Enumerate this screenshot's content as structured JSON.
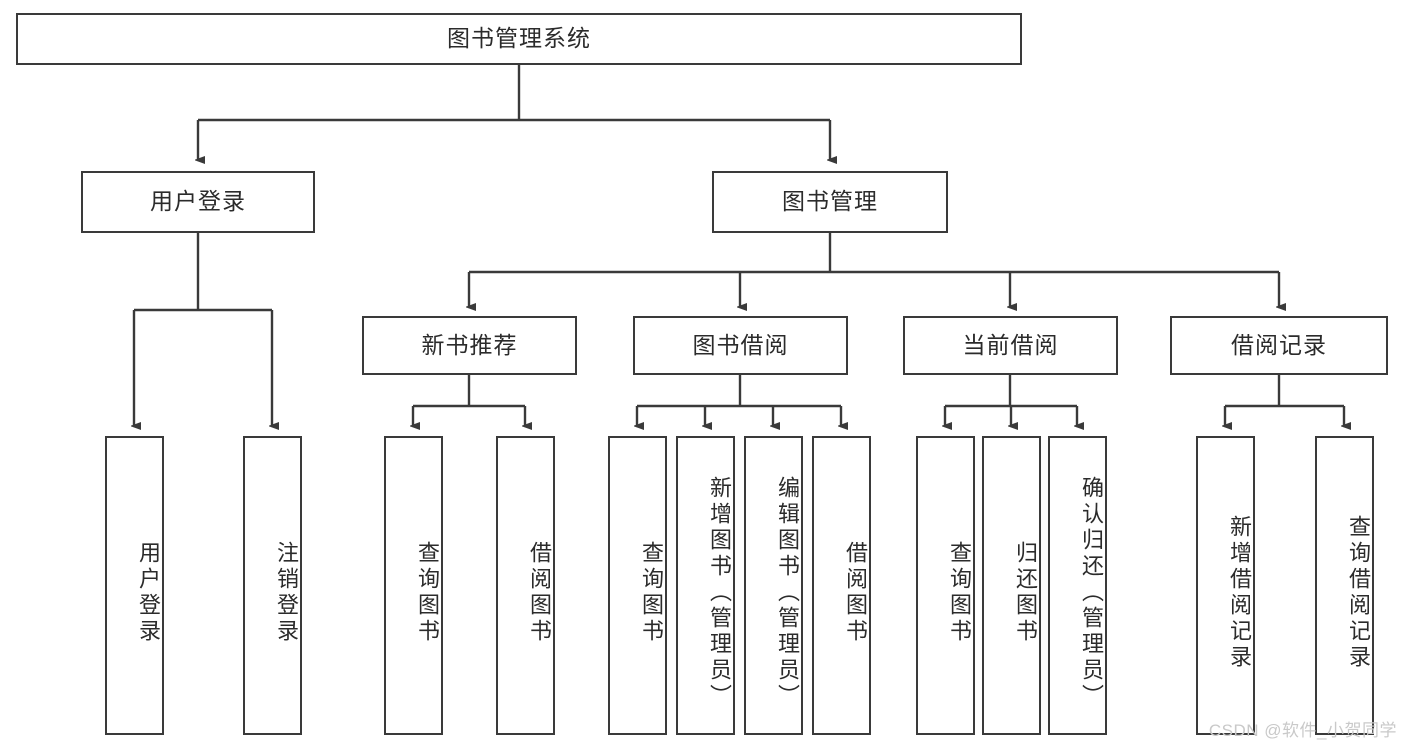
{
  "diagram": {
    "title_node": {
      "label": "图书管理系统"
    },
    "level1": [
      {
        "id": "user-login",
        "label": "用户登录"
      },
      {
        "id": "book-management",
        "label": "图书管理"
      }
    ],
    "level2": [
      {
        "id": "new-book-recommend",
        "label": "新书推荐"
      },
      {
        "id": "book-borrow",
        "label": "图书借阅"
      },
      {
        "id": "current-borrow",
        "label": "当前借阅"
      },
      {
        "id": "borrow-record",
        "label": "借阅记录"
      }
    ],
    "leaves": {
      "user_login": [
        {
          "id": "leaf-user-login",
          "label": "用户登录"
        },
        {
          "id": "leaf-logout-login",
          "label": "注销登录"
        }
      ],
      "new_book_recommend": [
        {
          "id": "leaf-query-book-1",
          "label": "查询图书"
        },
        {
          "id": "leaf-borrow-book-1",
          "label": "借阅图书"
        }
      ],
      "book_borrow": [
        {
          "id": "leaf-query-book-2",
          "label": "查询图书"
        },
        {
          "id": "leaf-add-book",
          "label": "新增图书（管理员）"
        },
        {
          "id": "leaf-edit-book",
          "label": "编辑图书（管理员）"
        },
        {
          "id": "leaf-borrow-book-2",
          "label": "借阅图书"
        }
      ],
      "current_borrow": [
        {
          "id": "leaf-query-book-3",
          "label": "查询图书"
        },
        {
          "id": "leaf-return-book",
          "label": "归还图书"
        },
        {
          "id": "leaf-confirm-return",
          "label": "确认归还（管理员）"
        }
      ],
      "borrow_record": [
        {
          "id": "leaf-add-record",
          "label": "新增借阅记录"
        },
        {
          "id": "leaf-query-record",
          "label": "查询借阅记录"
        }
      ]
    }
  },
  "watermark": {
    "text": "CSDN @软件_小贺同学"
  },
  "colors": {
    "border": "#3a3a3a",
    "text": "#2b2b2b",
    "background": "#ffffff",
    "watermark": "#c9c9c9"
  }
}
